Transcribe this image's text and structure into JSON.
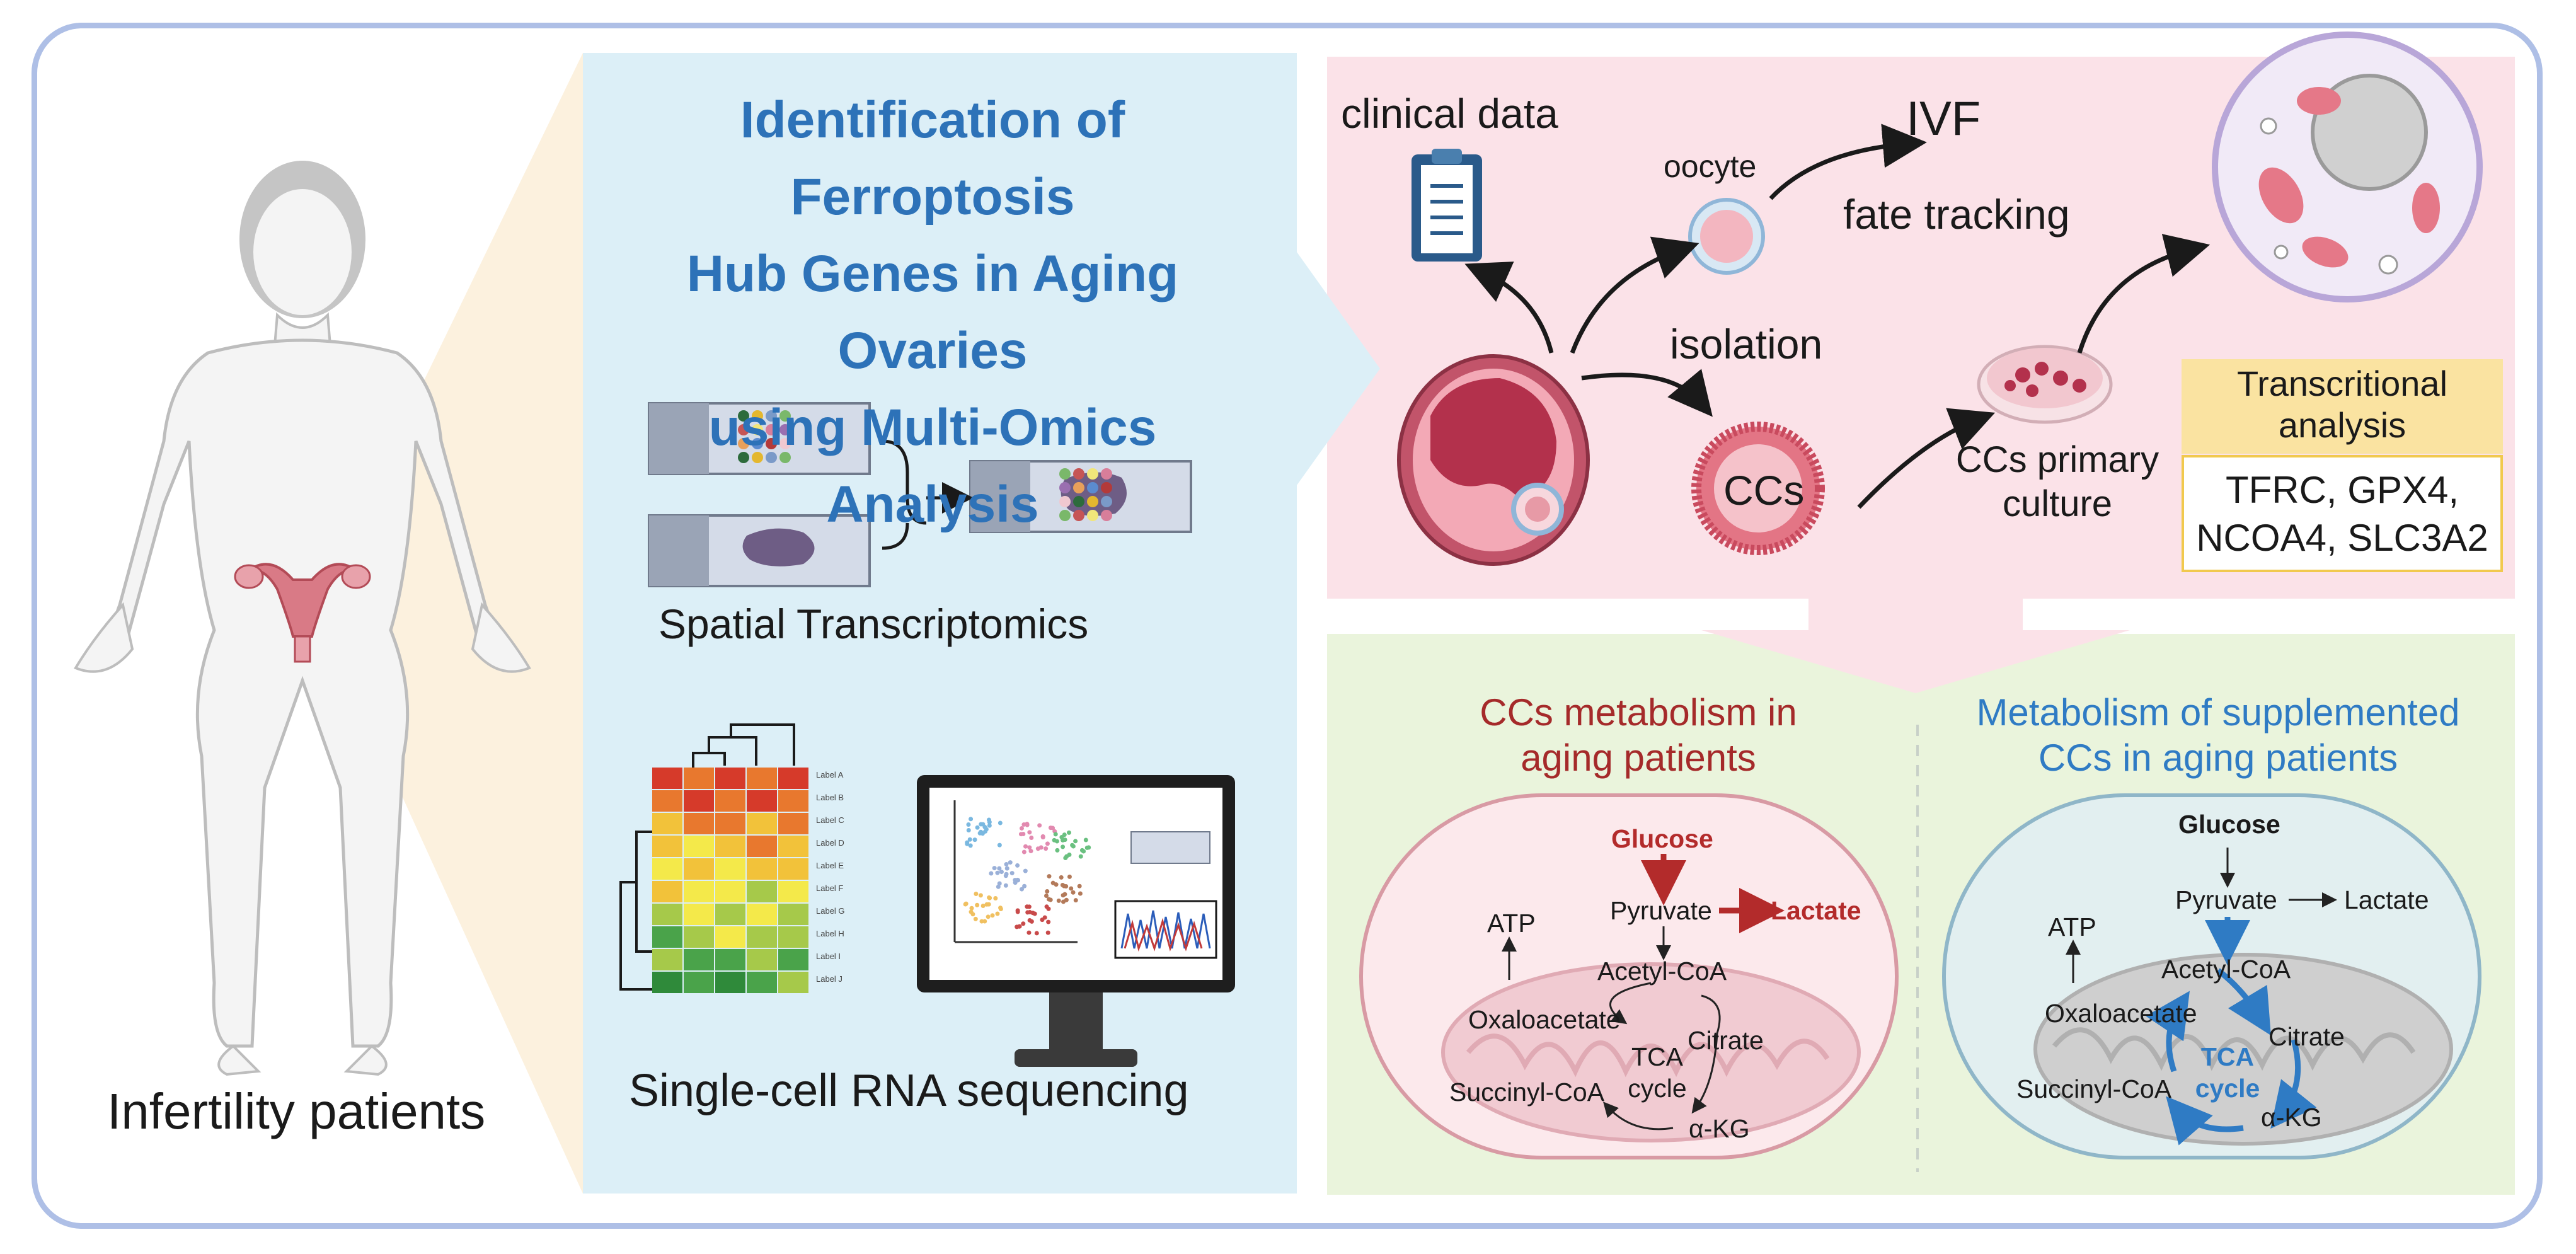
{
  "title": {
    "line1": "Identification of Ferroptosis",
    "line2": "Hub Genes in Aging Ovaries",
    "line3": "using Multi-Omics Analysis"
  },
  "left": {
    "label": "Infertility patients"
  },
  "blue_panel": {
    "spatial_label": "Spatial Transcriptomics",
    "scrna_label": "Single-cell RNA sequencing",
    "heatmap_row_labels": [
      "Label A",
      "Label B",
      "Label C",
      "Label D",
      "Label E",
      "Label F",
      "Label G",
      "Label H",
      "Label I",
      "Label J"
    ]
  },
  "pink_panel": {
    "clinical_data": "clinical data",
    "oocyte": "oocyte",
    "ivf": "IVF",
    "fate_tracking": "fate tracking",
    "isolation": "isolation",
    "ccs": "CCs",
    "ccs_primary_line1": "CCs primary",
    "ccs_primary_line2": "culture",
    "transcriptional_line1": "Transcritional",
    "transcriptional_line2": "analysis",
    "genes_line1": "TFRC, GPX4,",
    "genes_line2": "NCOA4, SLC3A2"
  },
  "green_panel": {
    "left_title_line1": "CCs metabolism in",
    "left_title_line2": "aging patients",
    "right_title_line1": "Metabolism of supplemented",
    "right_title_line2": "CCs in aging patients",
    "left": {
      "glucose": "Glucose",
      "pyruvate": "Pyruvate",
      "lactate": "Lactate",
      "atp": "ATP",
      "acetyl_coa": "Acetyl-CoA",
      "oxaloacetate": "Oxaloacetate",
      "citrate": "Citrate",
      "tca1": "TCA",
      "tca2": "cycle",
      "succinyl_coa": "Succinyl-CoA",
      "akg": "α-KG"
    },
    "right": {
      "glucose": "Glucose",
      "pyruvate": "Pyruvate",
      "lactate": "Lactate",
      "atp": "ATP",
      "acetyl_coa": "Acetyl-CoA",
      "oxaloacetate": "Oxaloacetate",
      "citrate": "Citrate",
      "tca1": "TCA",
      "tca2": "cycle",
      "succinyl_coa": "Succinyl-CoA",
      "akg": "α-KG"
    }
  },
  "colors": {
    "title_blue": "#2d72b8",
    "highlight_red": "#b32b2b",
    "highlight_blue": "#2f7bc4",
    "frame": "#aebfe6"
  }
}
